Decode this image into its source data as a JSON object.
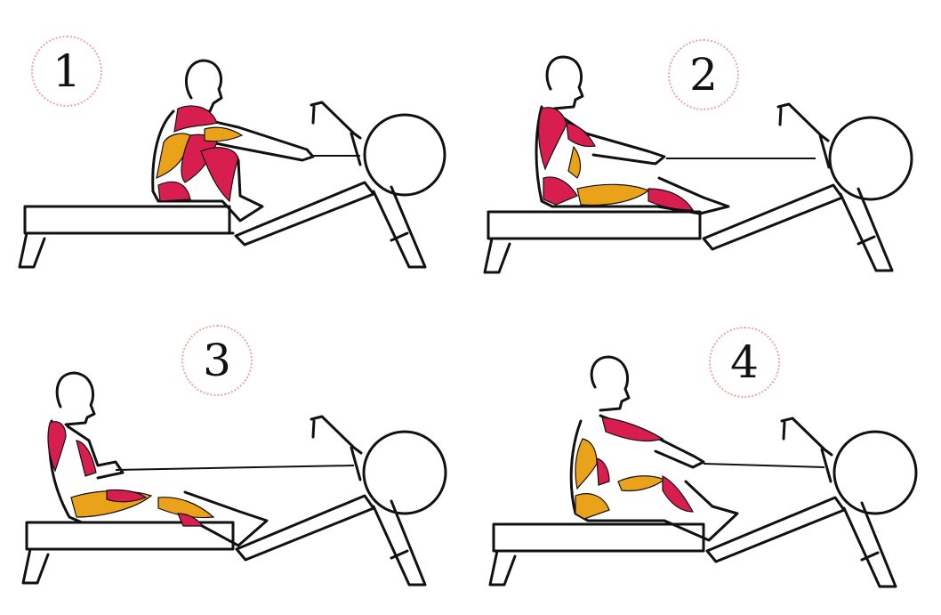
{
  "steps": [
    {
      "number": "1"
    },
    {
      "number": "2"
    },
    {
      "number": "3"
    },
    {
      "number": "4"
    }
  ],
  "colors": {
    "muscle_primary": "#d81e4f",
    "muscle_secondary": "#eaa21b",
    "badge_border": "#e9a6a2",
    "outline": "#111111"
  }
}
